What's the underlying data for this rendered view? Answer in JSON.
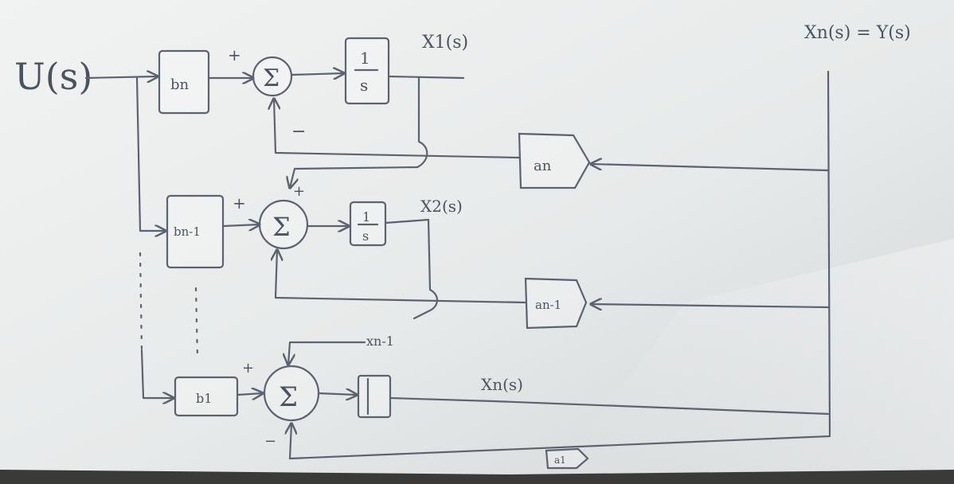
{
  "diagram": {
    "input_label": "U(s)",
    "output_label": "Xn(s) = Y(s)",
    "states": {
      "x1": "X1(s)",
      "x2": "X2(s)",
      "xn_mid": "Xn(s)",
      "xn_dots": "xn-1"
    },
    "gains_b": {
      "bn": "bn",
      "bn1": "bn-1",
      "b1": "b1"
    },
    "gains_a": {
      "an": "an",
      "an1": "an-1",
      "a1": "a1"
    },
    "integrator": {
      "num": "1",
      "den": "s"
    },
    "signs": {
      "plus": "+",
      "minus": "−"
    }
  }
}
